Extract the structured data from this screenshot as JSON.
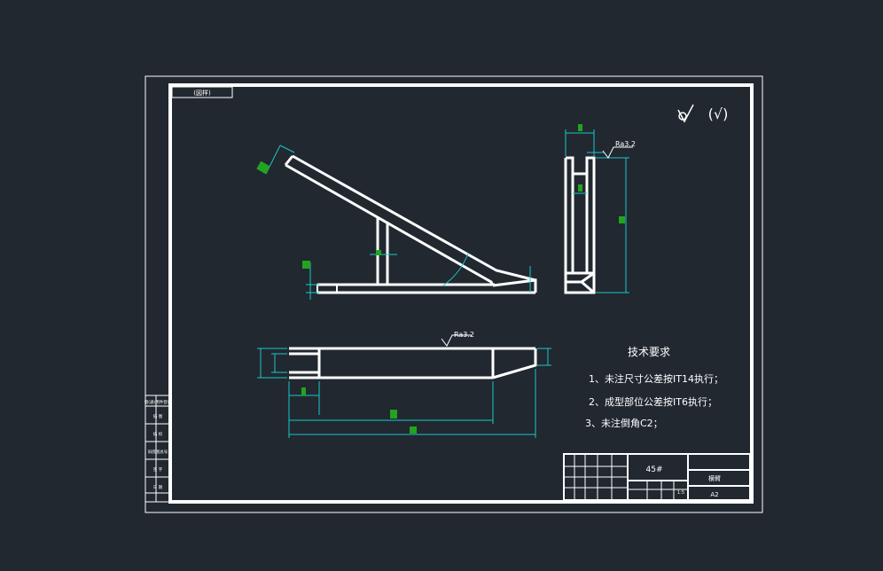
{
  "drawing": {
    "title_tag": "(図样)",
    "roughness_symbol": "(√)",
    "surface_finish_label": "Ra3.2",
    "material": "45#",
    "part_name": "横臂",
    "sheet_size": "A2",
    "scale_label": "1:5"
  },
  "tech_requirements": {
    "heading": "技术要求",
    "items": [
      "1、未注尺寸公差按IT14执行；",
      "2、成型部位公差按IT6执行；",
      "3、未注倒角C2；"
    ]
  },
  "side_stamps": [
    "借(通)用件登记",
    "描 图",
    "描 校",
    "旧底图总号",
    "签 字",
    "日 期"
  ],
  "colors": {
    "background": "#212830",
    "frame": "#ffffff",
    "dimension": "#19c8c8",
    "dimension_text": "#22a41e"
  }
}
